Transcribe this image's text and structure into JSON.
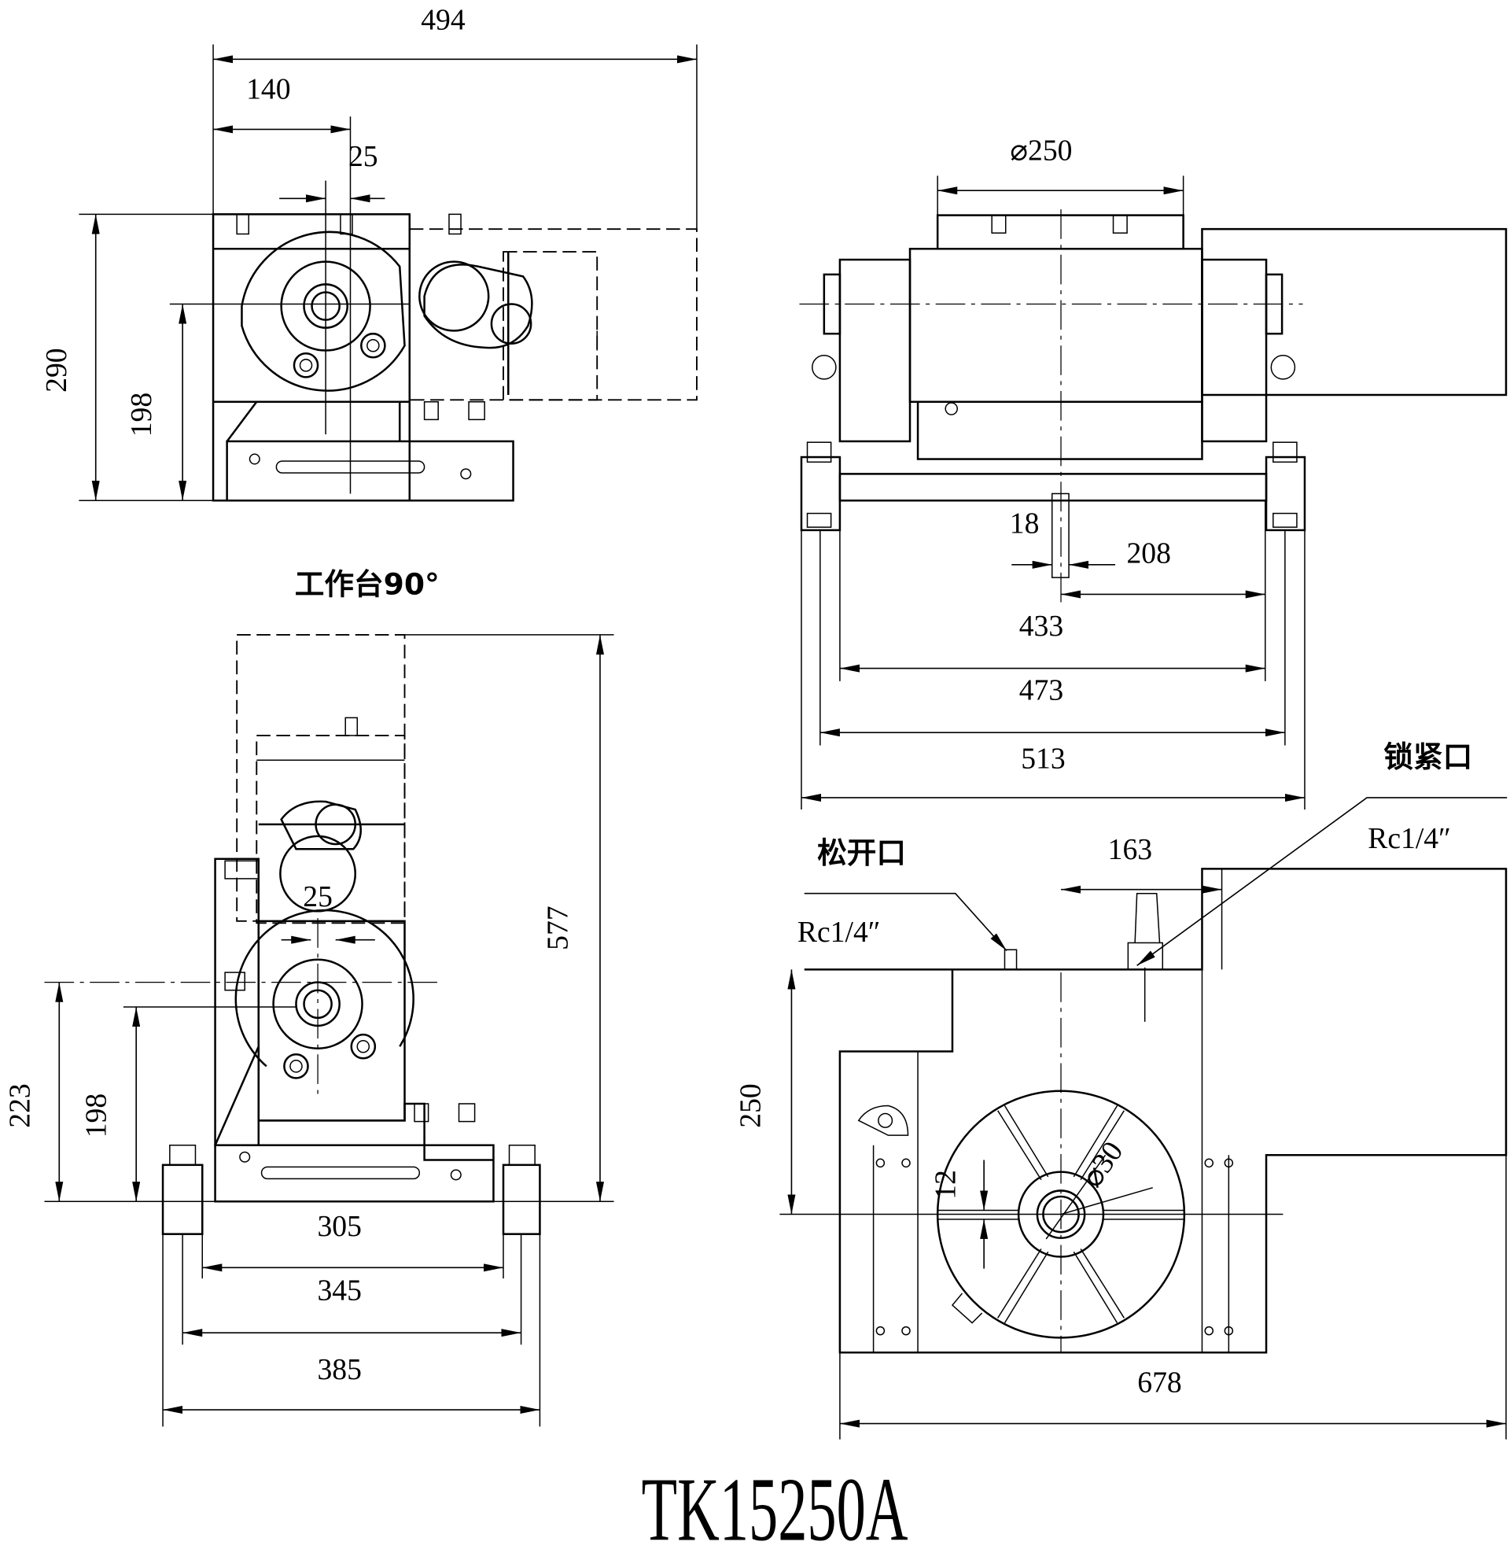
{
  "title": "TK15250A",
  "colors": {
    "ink": "#000000",
    "paper": "#ffffff"
  },
  "views": {
    "top_left": {
      "dims": {
        "overall_width": "494",
        "axis_offset": "25",
        "axis_from_left": "140",
        "height": "290",
        "axis_height": "198"
      }
    },
    "top_right": {
      "dims": {
        "table_dia": "⌀250",
        "slot": "18",
        "half_span": "208",
        "span_433": "433",
        "span_473": "473",
        "span_513": "513"
      }
    },
    "bottom_left": {
      "label": "工作台90°",
      "dims": {
        "height_577": "577",
        "offset_25": "25",
        "height_223": "223",
        "height_198": "198",
        "w305": "305",
        "w345": "345",
        "w385": "385"
      }
    },
    "bottom_right": {
      "release_port": {
        "label": "松开口",
        "thread": "Rc1/4″"
      },
      "lock_port": {
        "label": "锁紧口",
        "thread": "Rc1/4″"
      },
      "dims": {
        "port_offset": "163",
        "center_height": "250",
        "slot_width": "12",
        "bore": "⌀30",
        "overall_length": "678"
      }
    }
  }
}
